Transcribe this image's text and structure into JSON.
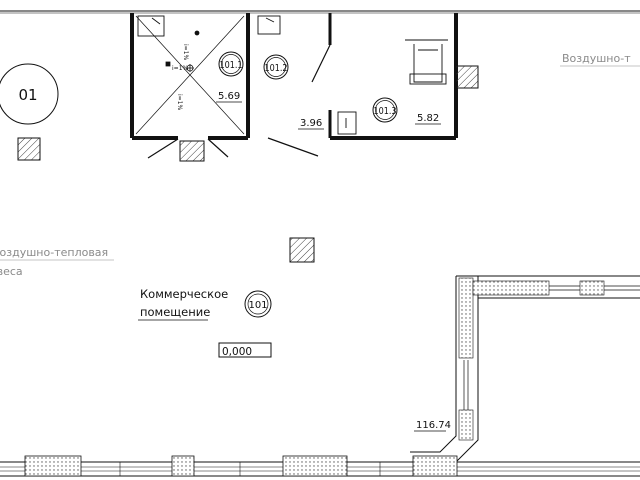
{
  "drawing": {
    "axis_marker": "01",
    "rooms": {
      "main": {
        "tag": "101",
        "name_line1": "Коммерческое",
        "name_line2": "помещение",
        "area": "116.74"
      },
      "shower": {
        "tag": "101.1",
        "area": "5.69"
      },
      "vestibule": {
        "tag": "101.2",
        "area": "3.96"
      },
      "wc": {
        "tag": "101.3",
        "area": "5.82"
      }
    },
    "level_mark": "0,000",
    "notes": {
      "air_curtain_left_line1": "Воздушно-тепловая",
      "air_curtain_left_line2": "завеса",
      "air_curtain_right": "Воздушно-т"
    },
    "drain_labels": {
      "slope_top": "i=1%",
      "slope_left": "i=1%",
      "slope_bottom": "i=1%"
    },
    "colors": {
      "line": "#111111",
      "note_text": "#8a8a8a",
      "hatch": "#444444"
    }
  }
}
